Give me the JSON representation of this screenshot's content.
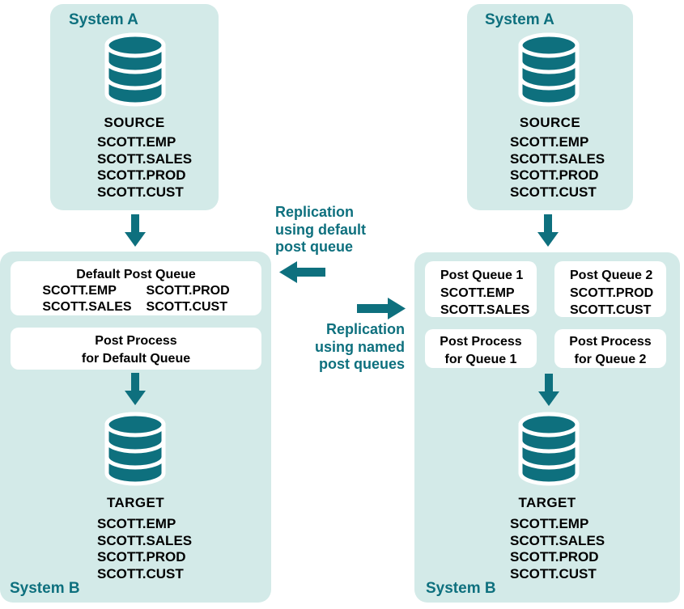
{
  "palette": {
    "teal": "#0e707e",
    "panel_background": "#d3eae8",
    "box_background": "#ffffff",
    "text": "#000000"
  },
  "left": {
    "system_a": {
      "title": "System A",
      "db_label": "SOURCE",
      "tables": [
        "SCOTT.EMP",
        "SCOTT.SALES",
        "SCOTT.PROD",
        "SCOTT.CUST"
      ]
    },
    "flow_label": {
      "lines": [
        "Replication",
        "using default",
        "post queue"
      ]
    },
    "system_b": {
      "title": "System B",
      "default_queue_box": {
        "title": "Default Post Queue",
        "col1": [
          "SCOTT.EMP",
          "SCOTT.SALES"
        ],
        "col2": [
          "SCOTT.PROD",
          "SCOTT.CUST"
        ]
      },
      "post_process_box": {
        "lines": [
          "Post Process",
          "for Default Queue"
        ]
      },
      "db_label": "TARGET",
      "tables": [
        "SCOTT.EMP",
        "SCOTT.SALES",
        "SCOTT.PROD",
        "SCOTT.CUST"
      ]
    }
  },
  "right": {
    "system_a": {
      "title": "System A",
      "db_label": "SOURCE",
      "tables": [
        "SCOTT.EMP",
        "SCOTT.SALES",
        "SCOTT.PROD",
        "SCOTT.CUST"
      ]
    },
    "flow_label": {
      "lines": [
        "Replication",
        "using named",
        "post queues"
      ]
    },
    "system_b": {
      "title": "System B",
      "queue_box_1": {
        "title": "Post Queue 1",
        "tables": [
          "SCOTT.EMP",
          "SCOTT.SALES"
        ]
      },
      "queue_box_2": {
        "title": "Post Queue 2",
        "tables": [
          "SCOTT.PROD",
          "SCOTT.CUST"
        ]
      },
      "process_box_1": {
        "lines": [
          "Post Process",
          "for Queue 1"
        ]
      },
      "process_box_2": {
        "lines": [
          "Post Process",
          "for Queue 2"
        ]
      },
      "db_label": "TARGET",
      "tables": [
        "SCOTT.EMP",
        "SCOTT.SALES",
        "SCOTT.PROD",
        "SCOTT.CUST"
      ]
    }
  }
}
